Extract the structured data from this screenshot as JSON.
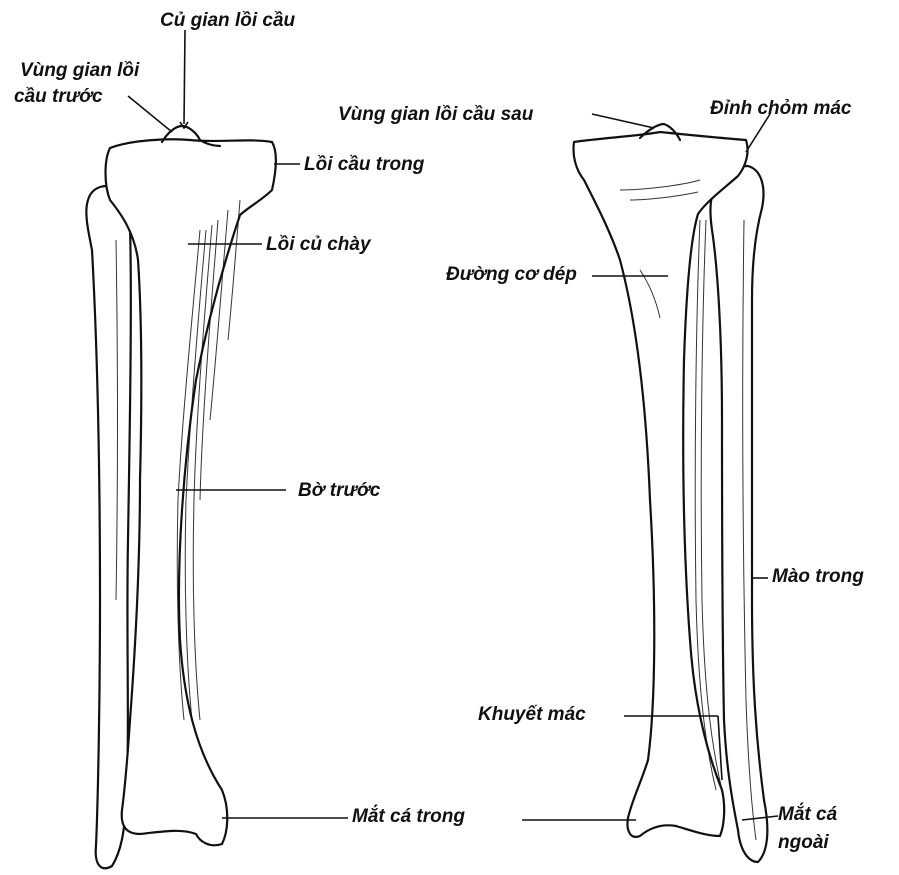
{
  "labels": {
    "cu_gian_loi_cau": "Củ gian lồi cầu",
    "vung_gian_loi_cau_truoc_1": "Vùng gian lồi",
    "vung_gian_loi_cau_truoc_2": "cầu trước",
    "loi_cau_trong": "Lồi cầu trong",
    "loi_cu_chay": "Lồi củ chày",
    "bo_truoc": "Bờ trước",
    "mat_ca_trong": "Mắt cá trong",
    "vung_gian_loi_cau_sau": "Vùng gian lồi cầu sau",
    "dinh_chom_mac": "Đỉnh chỏm mác",
    "duong_co_dep": "Đường cơ dép",
    "mao_trong": "Mào trong",
    "khuyet_mac": "Khuyết mác",
    "mat_ca_ngoai_1": "Mắt cá",
    "mat_ca_ngoai_2": "ngoài"
  },
  "colors": {
    "ink": "#111111",
    "bone": "#ffffff"
  }
}
